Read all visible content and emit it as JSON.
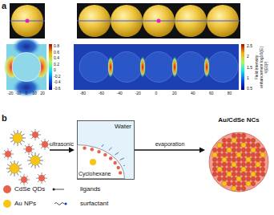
{
  "diagram": {
    "nodes": [
      {
        "text": [
          "Water"
        ]
      },
      {
        "text": [
          "Cyclohexane"
        ],
        "in": 0
      },
      {
        "text": [
          "Au/CdSe NCs"
        ]
      }
    ],
    "edges": [
      {
        "from": 0,
        "to": 2,
        "arrow": "to",
        "label": "evaporation"
      }
    ],
    "labels": [
      "a",
      "b",
      "-20",
      "-10",
      "0",
      "10",
      "20",
      "0.8",
      "0.6",
      "0.4",
      "0.2",
      "0",
      "-0.2",
      "-0.4",
      "-0.6",
      "-80",
      "-60",
      "-40",
      "-20",
      "0",
      "20",
      "40",
      "60",
      "80",
      "2.5",
      "2",
      "1.5",
      "1",
      "0.5",
      "Field intensity enhancement log10(|E|²/|E0|²)",
      "ultrasonic"
    ],
    "legend": [
      {
        "text": "CdSe QDs",
        "color": "#e8614f"
      },
      {
        "text": "Au NPs",
        "color": "#f5c518"
      },
      {
        "text": "ligands"
      },
      {
        "text": "surfactant"
      }
    ]
  }
}
